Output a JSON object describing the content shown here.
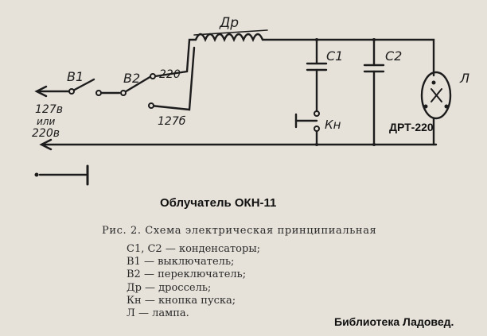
{
  "labels": {
    "drossel": "Др",
    "c1": "С1",
    "c2": "С2",
    "switch_b1": "В1",
    "switch_b2": "В2",
    "tap_220": "220",
    "tap_127": "127б",
    "input_line1": "127в",
    "input_line2": "или",
    "input_line3": "220в",
    "button": "Кн",
    "lamp": "Л",
    "lamp_model": "ДРТ-220",
    "device_title": "Облучатель ОКН-11",
    "library": "Библиотека Ладовед."
  },
  "caption": "Рис. 2. Схема электрическая принципиальная",
  "legend": [
    "С1, С2 — конденсаторы;",
    "В1 — выключатель;",
    "В2 — переключатель;",
    "Др — дроссель;",
    "Кн — кнопка пуска;",
    "Л — лампа."
  ],
  "colors": {
    "paper": "#e6e1d9",
    "ink": "#1c1c1c"
  }
}
